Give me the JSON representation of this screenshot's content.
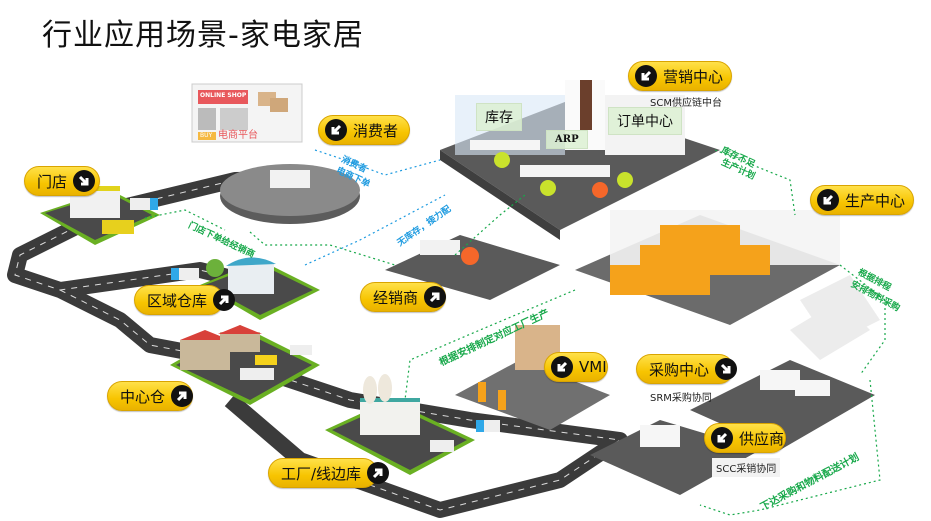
{
  "title": "行业应用场景-家电家居",
  "colors": {
    "pill": "#f7c400",
    "flow_green": "#17a84a",
    "flow_blue": "#1e9be0",
    "road": "#3b3b3b",
    "floor": "#6b6b6b",
    "machine": "#f5a21b"
  },
  "nodes": {
    "store": {
      "label": "门店",
      "icon": "arrow-down-right-icon"
    },
    "consumer": {
      "label": "消费者",
      "icon": "arrow-down-left-icon"
    },
    "marketing": {
      "label": "营销中心",
      "icon": "arrow-down-left-icon",
      "sub": "SCM供应链中台"
    },
    "production": {
      "label": "生产中心",
      "icon": "arrow-down-left-icon"
    },
    "regional_wh": {
      "label": "区域仓库",
      "icon": "arrow-up-right-icon"
    },
    "dealer": {
      "label": "经销商",
      "icon": "arrow-up-right-icon"
    },
    "central_wh": {
      "label": "中心仓",
      "icon": "arrow-up-right-icon"
    },
    "vmi": {
      "label": "VMI",
      "icon": "arrow-down-left-icon"
    },
    "purchase": {
      "label": "采购中心",
      "icon": "arrow-down-right-icon",
      "sub": "SRM采购协同"
    },
    "supplier": {
      "label": "供应商",
      "icon": "arrow-down-left-icon",
      "sub": "SCC采销协同"
    },
    "factory": {
      "label": "工厂/线边库",
      "icon": "arrow-up-right-icon"
    }
  },
  "office_labels": {
    "inventory": "库存",
    "arp": "ARP",
    "order_center": "订单中心"
  },
  "ecommerce": {
    "sign": "ONLINE SHOP",
    "buy": "BUY",
    "label": "电商平台"
  },
  "flows": {
    "consumer_order": [
      "消费者",
      "电商下单"
    ],
    "store_order": "门店下单给经销商",
    "no_stock": "无库存，接力配",
    "stock_short": [
      "库存不足",
      "生产计划"
    ],
    "schedule_purchase": [
      "根据排程",
      "安排物料采购"
    ],
    "factory_plan": "根据安排制定对应工厂生产",
    "delivery_plan": "下达采购和物料配送计划"
  }
}
